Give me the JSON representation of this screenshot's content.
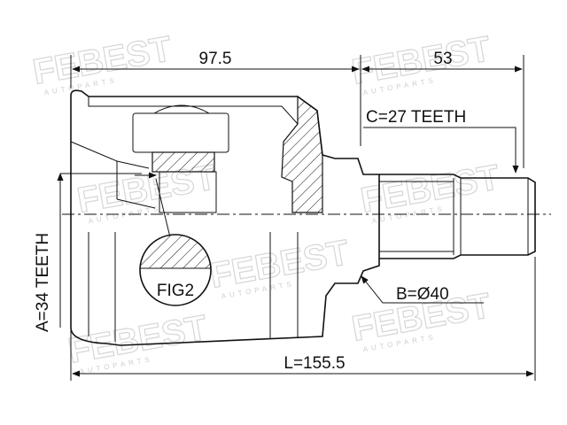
{
  "watermark": {
    "brand": "FEBEST",
    "sub": "AUTOPARTS"
  },
  "dimensions": {
    "length_left": "97.5",
    "length_right": "53",
    "total_length": "L=155.5",
    "teeth_outer": "C=27 TEETH",
    "teeth_inner": "A=34 TEETH",
    "diameter": "B=Ø40"
  },
  "detail": {
    "label": "FIG2"
  }
}
